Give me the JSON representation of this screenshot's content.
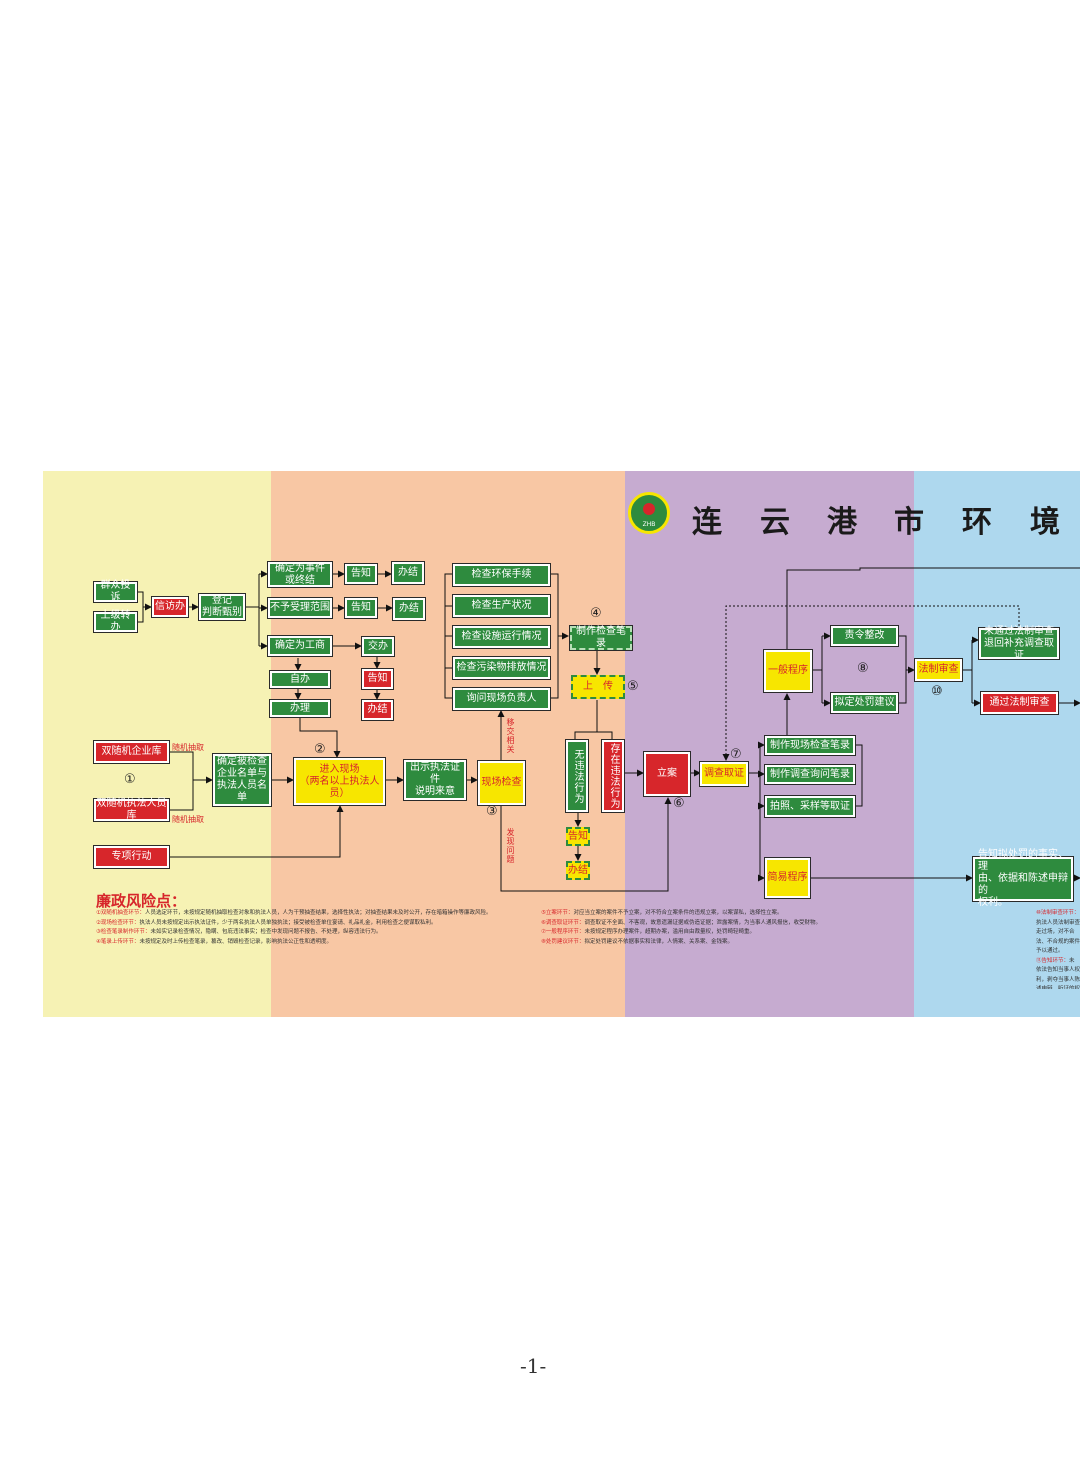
{
  "colors": {
    "panel1": "#f6f2b4",
    "panel2": "#f8c7a4",
    "panel3": "#c6abd0",
    "panel4": "#aed8ee",
    "node_green": "#2e8b3e",
    "node_red": "#d7262b",
    "node_yellow": "#f7e600"
  },
  "logo": {
    "abbr": "ZHB"
  },
  "title_chars": [
    "连",
    "云",
    "港",
    "市",
    "环",
    "境"
  ],
  "nodes": {
    "mass_complaint": "群众投诉",
    "superior_transfer": "上级转办",
    "petition_office": "信访办",
    "register": "登记\n判断甄别",
    "confirm_env_issue": "确定为事件\n或终结",
    "out_of_scope": "不予受理范围",
    "confirm_industrial": "确定为工商",
    "notify_1": "告知",
    "notify_2": "告知",
    "close_1": "办结",
    "close_2": "办结",
    "handover": "交办",
    "self_handle": "自办",
    "handle": "办理",
    "notify_3": "告知",
    "close_3": "办结",
    "random_company_db": "双随机企业库",
    "random_officer_db": "双随机执法人员库",
    "confirm_list": "确定被检查\n企业名单与\n执法人员名单",
    "special_action": "专项行动",
    "enter_site": "进入现场\n（两名以上执法人员）",
    "show_credentials": "出示执法证件\n说明来意",
    "site_inspection": "现场检查",
    "check_procedures": "检查环保手续",
    "check_production": "检查生产状况",
    "check_facilities": "检查设施运行情况",
    "check_emissions": "检查污染物排放情况",
    "inquire_manager": "询问现场负责人",
    "make_record": "制作检查笔录",
    "upload": "上　传",
    "no_violation": "无违法行为",
    "violation": "存在违法行为",
    "notify_4": "告知",
    "close_4": "办结",
    "file_case": "立案",
    "investigation": "调查取证",
    "general_procedure": "一般程序",
    "order_rectify": "责令整改",
    "draft_penalty": "拟定处罚建议",
    "legal_review": "法制审查",
    "review_fail": "未通过法制审查\n退回补充调查取证",
    "review_pass": "通过法制审查",
    "make_inspect_record": "制作现场检查笔录",
    "make_inquiry_record": "制作调查询问笔录",
    "photo_sample": "拍照、采样等取证",
    "simple_procedure": "简易程序",
    "inform_rights": "告知拟处罚的事实、理\n由、依据和陈述申辩的\n权利。"
  },
  "side_labels": {
    "draw": "随机抽取",
    "draw2": "随机抽取",
    "notice_left": "移交相关",
    "notice_right": "发现问题"
  },
  "numbers": {
    "n1": "①",
    "n2": "②",
    "n3": "③",
    "n4": "④",
    "n5": "⑤",
    "n6": "⑥",
    "n7": "⑦",
    "n8": "⑧",
    "n10": "⑩"
  },
  "risk": {
    "title": "廉政风险点：",
    "col1": [
      {
        "key": "①双随机抽查环节：",
        "text": "人员选定环节，未按规定随机抽取检查对象和执法人员，人为干预抽查结果，选择性执法；对抽查结果未及时公开，存在暗箱操作等廉政风险。"
      },
      {
        "key": "②现场检查环节：",
        "text": "执法人员未按规定出示执法证件，少于两名执法人员单独执法；接受被检查单位宴请、礼品礼金，利用检查之便谋取私利。"
      },
      {
        "key": "③检查笔录制作环节：",
        "text": "未如实记录检查情况，隐瞒、包庇违法事实；检查中发现问题不报告、不处理，纵容违法行为。"
      },
      {
        "key": "④笔录上传环节：",
        "text": "未按规定及时上传检查笔录，篡改、销毁检查记录，影响执法公正性和透明度。"
      }
    ],
    "col2": [
      {
        "key": "⑤立案环节：",
        "text": "对应当立案的案件不予立案，对不符合立案条件的违规立案，以案谋私，选择性立案。"
      },
      {
        "key": "⑥调查取证环节：",
        "text": "调查取证不全面、不客观，故意遗漏证据或伪造证据；泄露案情，为当事人通风报信，收受财物。"
      },
      {
        "key": "⑦一般程序环节：",
        "text": "未按规定程序办理案件，超期办案，滥用自由裁量权，处罚畸轻畸重。"
      },
      {
        "key": "⑧处罚建议环节：",
        "text": "拟定处罚建议不依据事实和法律，人情案、关系案、金钱案。"
      }
    ],
    "col3": [
      {
        "key": "⑩法制审查环节：",
        "text": "执法人员法制审查走过场，对不合法、不合规的案件予以通过。"
      },
      {
        "key": "⑪告知环节：",
        "text": "未依法告知当事人权利，剥夺当事人陈述申辩、听证的权利。"
      }
    ]
  },
  "page_number": "-1-"
}
